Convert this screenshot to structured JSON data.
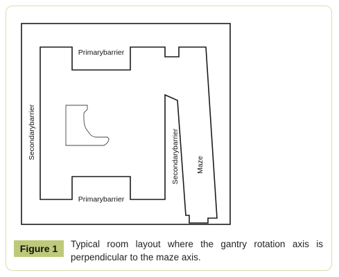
{
  "diagram": {
    "labels": {
      "primary_barrier_top": "Primarybarrier",
      "primary_barrier_bottom": "Primarybarrier",
      "secondary_barrier_left": "Secondarybarrier",
      "secondary_barrier_right": "Secondarybarrier",
      "maze": "Maze"
    }
  },
  "caption": {
    "label": "Figure 1",
    "text": "Typical room layout where the gantry rotation axis is perpendicular to the maze axis."
  }
}
